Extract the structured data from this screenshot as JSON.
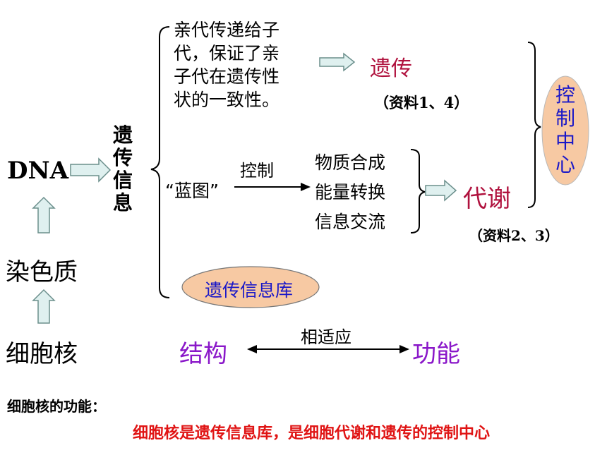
{
  "left_column": {
    "dna": "DNA",
    "chromatin": "染色质",
    "nucleus": "细胞核"
  },
  "genetic_info_vertical": [
    "遗",
    "传",
    "信",
    "息"
  ],
  "upper_branch": {
    "text_lines": [
      "亲代传递给子",
      "代，保证了亲",
      "子代在遗传性",
      "状的一致性。"
    ],
    "result": "遗传",
    "source": "（资料1、4）"
  },
  "lower_branch": {
    "blueprint": "“蓝图”",
    "control_label": "控制",
    "items": [
      "物质合成",
      "能量转换",
      "信息交流"
    ],
    "result": "代谢",
    "source": "（资料2、3）"
  },
  "control_center_vertical": [
    "控",
    "制",
    "中",
    "心"
  ],
  "library_oval": "遗传信息库",
  "structure_function": {
    "structure": "结构",
    "adapt": "相适应",
    "function": "功能"
  },
  "summary": {
    "heading": "细胞核的功能：",
    "conclusion": "细胞核是遗传信息库，是细胞代谢和遗传的控制中心"
  },
  "colors": {
    "oval_fill": "#f7c9a3",
    "arrow_fill": "#dff0ef",
    "arrow_stroke": "#6b8f8c",
    "heredity_text": "#b0123e",
    "metabolism_text": "#b0123e",
    "control_text": "#1a18c8",
    "library_text": "#1a18c8",
    "structure_text": "#8a17c9",
    "conclusion_text": "#e01414"
  }
}
